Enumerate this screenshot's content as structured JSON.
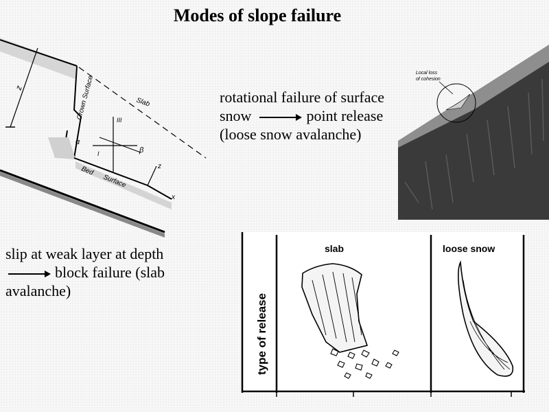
{
  "title": "Modes of slope failure",
  "rotational_caption": {
    "line1": "rotational failure of surface",
    "line2_left": "snow",
    "line2_right": "point release",
    "line3": "(loose snow avalanche)"
  },
  "slip_caption": {
    "line1": "slip at weak layer at depth",
    "line2": "block failure (slab",
    "line3": "avalanche)"
  },
  "slab_diagram": {
    "crown_surface": "Crown Surface",
    "bed_surface_1": "Bed",
    "bed_surface_2": "Surface",
    "slab": "Slab",
    "depth": "z",
    "alpha": "α",
    "beta": "β",
    "sigma_iii": "III",
    "sigma_i": "I",
    "z_axis": "z",
    "x_axis": "x"
  },
  "photo_annotation": {
    "line1": "Local loss",
    "line2": "of cohesion"
  },
  "release_table": {
    "row_header": "type of release",
    "col_slab": "slab",
    "col_loose": "loose snow"
  }
}
